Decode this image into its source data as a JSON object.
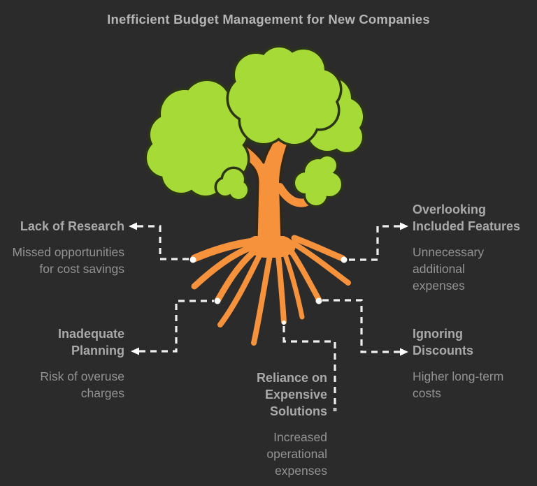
{
  "title": "Inefficient Budget Management for New Companies",
  "diagram": {
    "type": "tree-root-cause-infographic",
    "colors": {
      "background": "#2b2b2b",
      "canopy_green": "#a6da36",
      "trunk_orange": "#f6923c",
      "connector_white": "#efefef",
      "title_text": "#b5b5b5",
      "heading_text": "#a9a9a9",
      "body_text": "#939393"
    }
  },
  "items": [
    {
      "id": "lack-of-research",
      "heading": "Lack of Research",
      "description": "Missed opportunities for cost savings"
    },
    {
      "id": "overlooking-included-features",
      "heading": "Overlooking Included Features",
      "description": "Unnecessary additional expenses"
    },
    {
      "id": "inadequate-planning",
      "heading": "Inadequate Planning",
      "description": "Risk of overuse charges"
    },
    {
      "id": "reliance-on-expensive-solutions",
      "heading": "Reliance on Expensive Solutions",
      "description": "Increased operational expenses"
    },
    {
      "id": "ignoring-discounts",
      "heading": "Ignoring Discounts",
      "description": "Higher long-term costs"
    }
  ]
}
